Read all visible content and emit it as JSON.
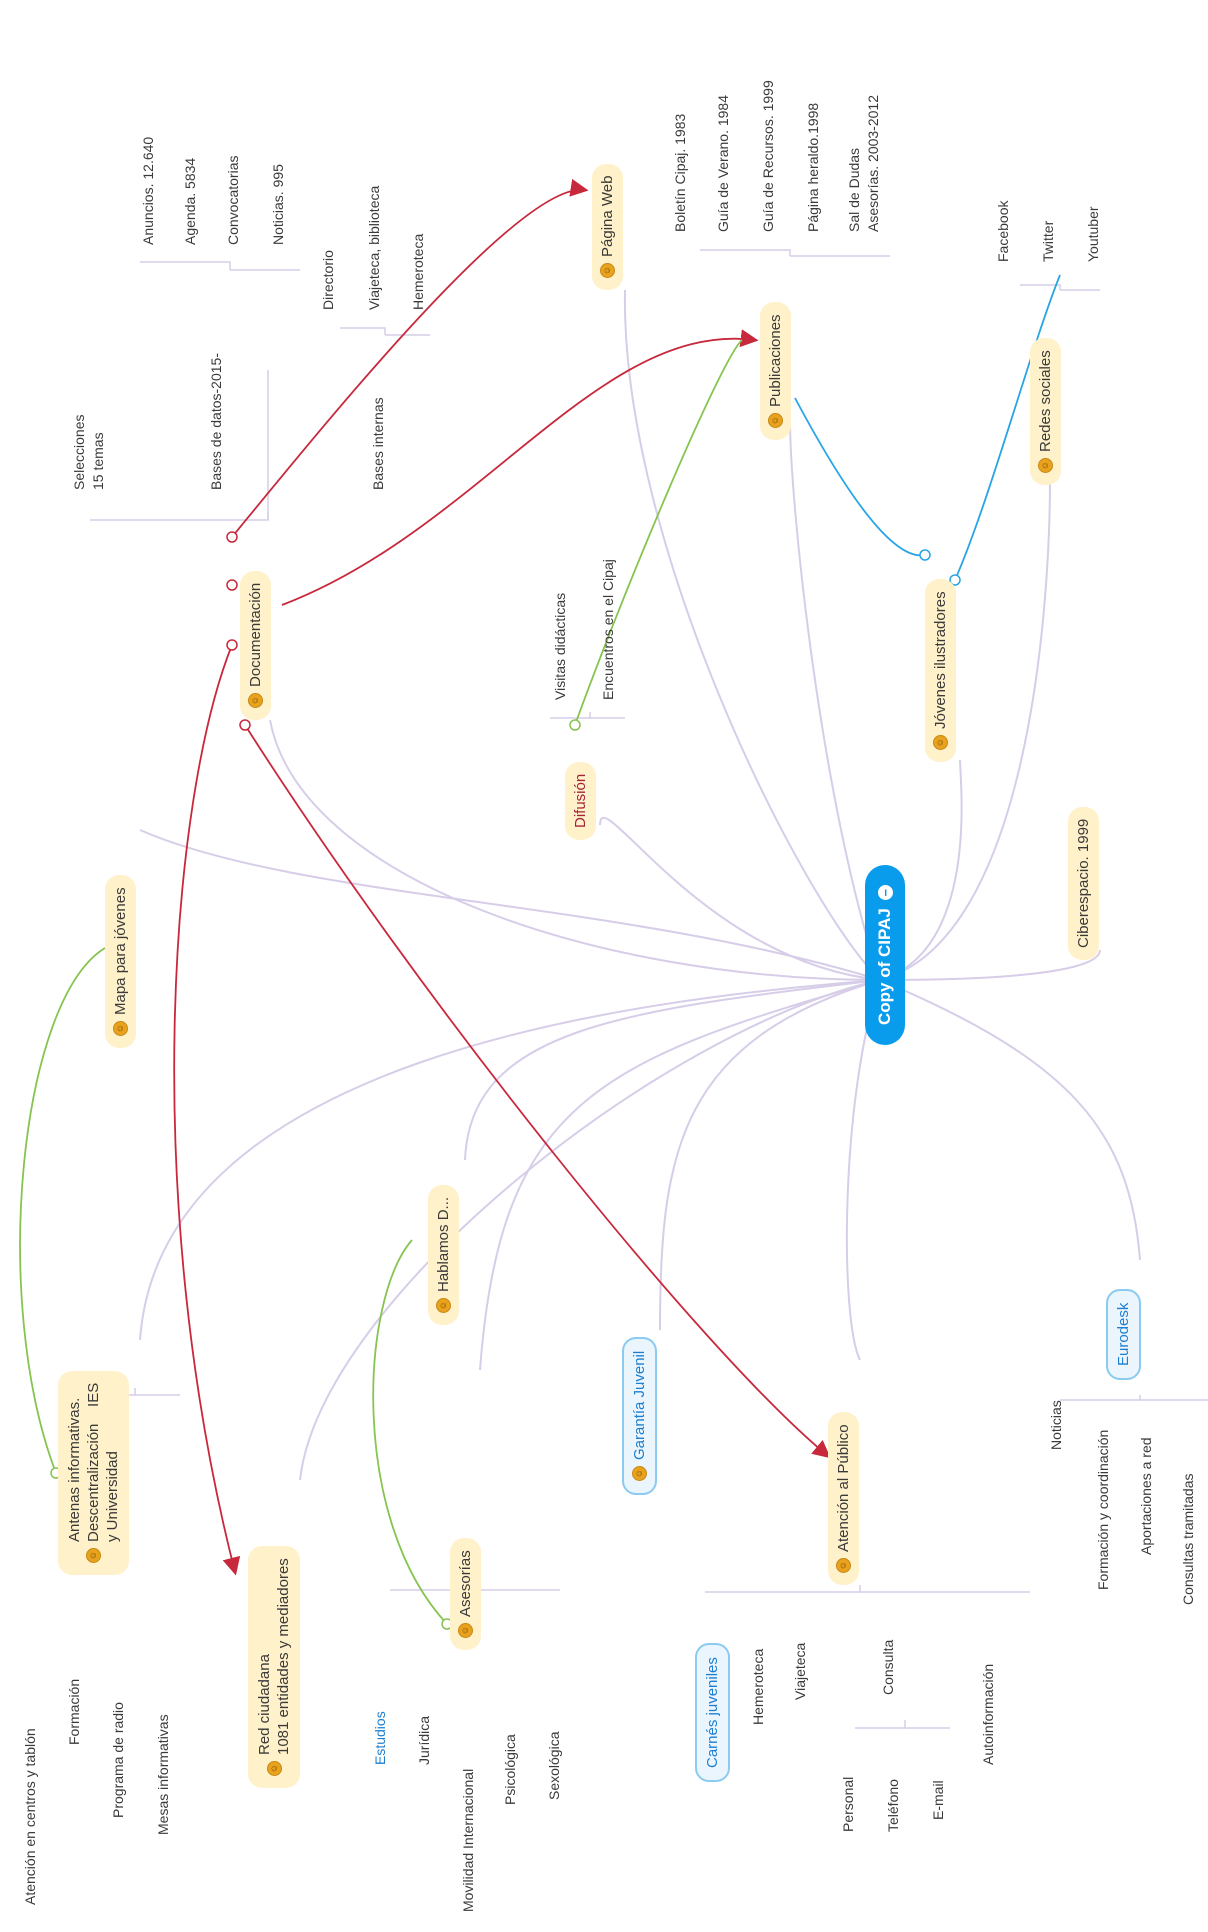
{
  "central": {
    "label": "Copy of CIPAJ"
  },
  "topics": {
    "documentacion": "Documentación",
    "pagina_web": "Página Web",
    "publicaciones": "Publicaciones",
    "redes_sociales": "Redes sociales",
    "jovenes_ilustradores": "Jóvenes ilustradores",
    "difusion": "Difusión",
    "ciberespacio": "Ciberespacio. 1999",
    "mapa": "Mapa para jóvenes",
    "antenas": "Antenas informativas.\nDescentralización    IES\ny Universidad",
    "hablamos": "Hablamos D...",
    "garantia": "Garantía Juvenil",
    "atencion": "Atención al Público",
    "eurodesk": "Eurodesk",
    "red_ciudadana": "Red ciudadana\n1081 entidades y mediadores",
    "asesorias": "Asesorías",
    "carnes": "Carnés juveniles"
  },
  "leaves": {
    "selecciones": "Selecciones\n15 temas",
    "bases_datos": "Bases de datos-2015-",
    "anuncios": "Anuncios. 12.640",
    "agenda": "Agenda. 5834",
    "convocatorias": "Convocatorias",
    "noticias995": "Noticias. 995",
    "bases_internas": "Bases internas",
    "directorio": "Directorio",
    "viajeteca_biblioteca": "Viajeteca, biblioteca",
    "hemeroteca_doc": "Hemeroteca",
    "boletin": "Boletín Cipaj. 1983",
    "guia_verano": "Guía de Verano. 1984",
    "guia_recursos": "Guía de Recursos. 1999",
    "pagina_heraldo": "Página heraldo.1998",
    "sal_dudas": "Sal de Dudas\nAsesorías. 2003-2012",
    "facebook": "Facebook",
    "twitter": "Twitter",
    "youtuber": "Youtuber",
    "visitas": "Visitas didácticas",
    "encuentros": "Encuentros en el Cipaj",
    "atencion_centros": "Atención en centros y tablón",
    "formacion": "Formación",
    "programa_radio": "Programa de radio",
    "mesas": "Mesas informativas",
    "estudios": "Estudios",
    "juridica": "Jurídica",
    "movilidad": "Movilidad Internacional",
    "psicologica": "Psicológica",
    "sexologica": "Sexológica",
    "hemeroteca_at": "Hemeroteca",
    "viajeteca_at": "Viajeteca",
    "consulta": "Consulta",
    "personal": "Personal",
    "telefono": "Teléfono",
    "email": "E-mail",
    "autoinformacion": "Autoinformación",
    "noticias_euro": "Noticias",
    "formacion_coord": "Formación y coordinación",
    "aportaciones": "Aportaciones a red",
    "consultas_tramitadas": "Consultas tramitadas"
  },
  "colors": {
    "central": "#0a9cec",
    "topic_fill": "#fff1c9",
    "branch_line": "#d7cde8",
    "relation_red": "#c8283c",
    "relation_green": "#86c450",
    "relation_blue": "#29a5e6"
  }
}
